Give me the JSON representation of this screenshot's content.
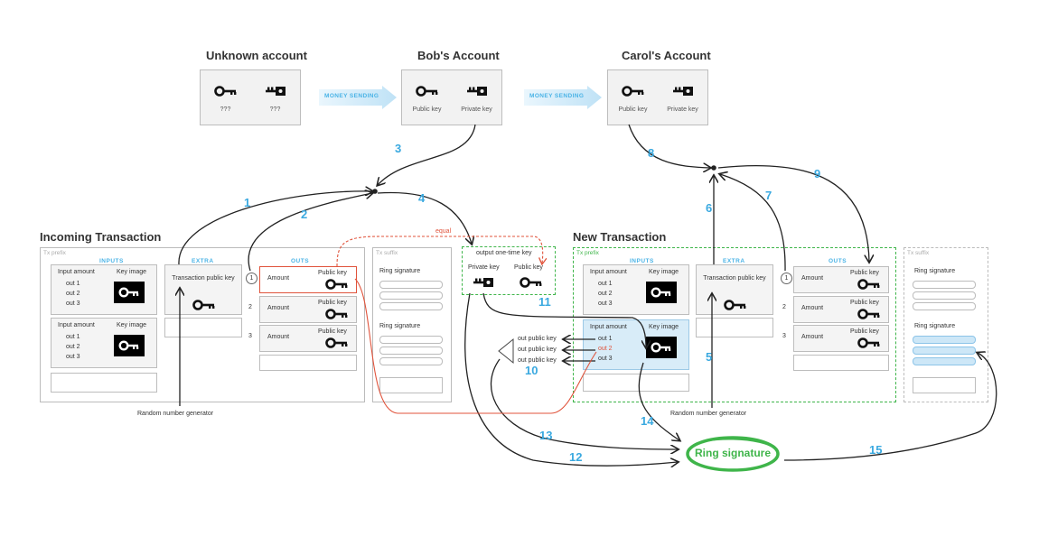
{
  "accounts": {
    "unknown": {
      "title": "Unknown account",
      "left_caption": "???",
      "right_caption": "???"
    },
    "bob": {
      "title": "Bob's Account",
      "left_caption": "Public key",
      "right_caption": "Private key"
    },
    "carol": {
      "title": "Carol's Account",
      "left_caption": "Public key",
      "right_caption": "Private key"
    }
  },
  "money_sending": "MONEY SENDING",
  "incoming": {
    "title": "Incoming Transaction",
    "tx_prefix": "Tx prefix",
    "inputs_label": "INPUTS",
    "extra_label": "EXTRA",
    "outs_label": "OUTS",
    "tx_suffix": "Tx suffix",
    "input_amount": "Input amount",
    "key_image": "Key image",
    "outs_list": [
      "out 1",
      "out 2",
      "out 3"
    ],
    "extra_text": "Transaction public key",
    "out_rows": [
      {
        "index": "1",
        "amount": "Amount",
        "pubkey": "Public key"
      },
      {
        "index": "2",
        "amount": "Amount",
        "pubkey": "Public key"
      },
      {
        "index": "3",
        "amount": "Amount",
        "pubkey": "Public key"
      }
    ],
    "ring_signature_1": "Ring signature",
    "ring_signature_2": "Ring signature",
    "random_gen": "Random number generator"
  },
  "one_time_key": {
    "title": "output one-time key",
    "private": "Private key",
    "public": "Public key",
    "equal": "equal"
  },
  "new_tx": {
    "title": "New Transaction",
    "tx_prefix": "Tx prefix",
    "inputs_label": "INPUTS",
    "extra_label": "EXTRA",
    "outs_label": "OUTS",
    "tx_suffix": "Tx suffix",
    "input_amount": "Input amount",
    "key_image": "Key image",
    "outs_list": [
      "out 1",
      "out 2",
      "out 3"
    ],
    "extra_text": "Transaction public key",
    "out_rows": [
      {
        "index": "1",
        "amount": "Amount",
        "pubkey": "Public key"
      },
      {
        "index": "2",
        "amount": "Amount",
        "pubkey": "Public key"
      },
      {
        "index": "3",
        "amount": "Amount",
        "pubkey": "Public key"
      }
    ],
    "ring_signature_1": "Ring signature",
    "ring_signature_2": "Ring signature",
    "random_gen": "Random number generator",
    "out_public_keys": [
      "out public key",
      "out public key",
      "out public key"
    ]
  },
  "ring_signature": "Ring signature",
  "step_numbers": [
    "1",
    "2",
    "3",
    "4",
    "5",
    "6",
    "7",
    "8",
    "9",
    "10",
    "11",
    "12",
    "13",
    "14",
    "15"
  ],
  "colors": {
    "accent": "#3aa9e0",
    "green": "#3fb54a",
    "red": "#e0533b",
    "box_bg": "#f4f4f4",
    "highlight": "#d8ecf8"
  }
}
